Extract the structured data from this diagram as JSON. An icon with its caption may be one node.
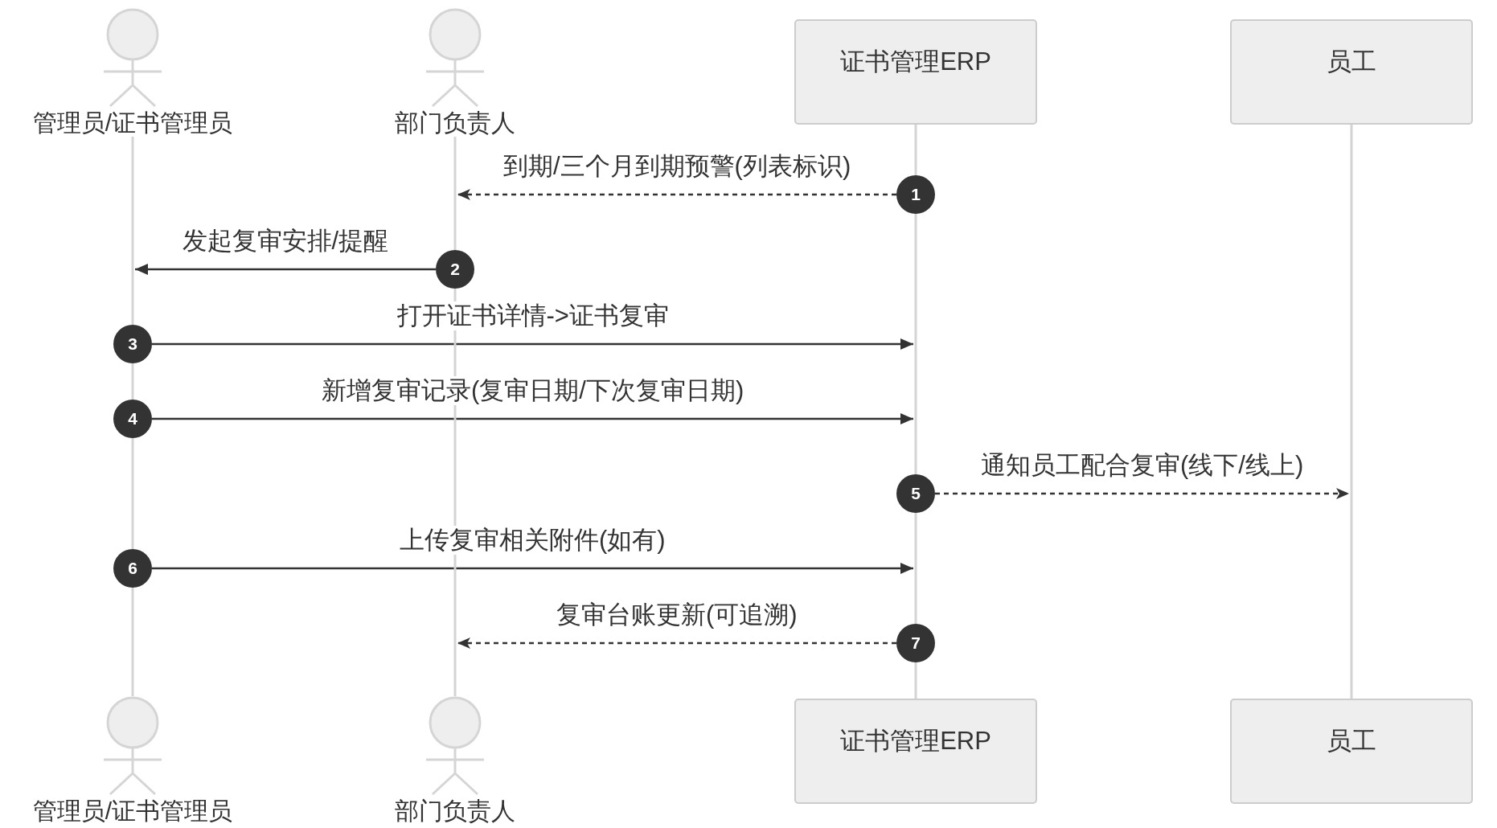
{
  "diagram": {
    "nodes": [
      {
        "text": [
          "管理员/证书管理员"
        ]
      },
      {
        "text": [
          "部门负责人"
        ]
      },
      {
        "text": [
          "证书管理ERP"
        ]
      },
      {
        "text": [
          "员工"
        ]
      },
      {
        "text": [
          "1"
        ]
      },
      {
        "text": [
          "2"
        ]
      },
      {
        "text": [
          "3"
        ]
      },
      {
        "text": [
          "4"
        ]
      },
      {
        "text": [
          "5"
        ]
      },
      {
        "text": [
          "6"
        ]
      },
      {
        "text": [
          "7"
        ]
      },
      {
        "text": [
          "管理员/证书管理员"
        ]
      },
      {
        "text": [
          "部门负责人"
        ]
      },
      {
        "text": [
          "证书管理ERP"
        ]
      },
      {
        "text": [
          "员工"
        ]
      }
    ],
    "edges": [
      {
        "from": 4,
        "to": null,
        "arrow": "to",
        "label": "到期/三个月到期预警(列表标识)",
        "style": "dashed",
        "color": "#333333"
      },
      {
        "from": 5,
        "to": null,
        "arrow": "to",
        "label": "发起复审安排/提醒",
        "color": "#333333"
      },
      {
        "from": 6,
        "to": null,
        "arrow": "to",
        "label": "打开证书详情->证书复审",
        "color": "#333333"
      },
      {
        "from": 7,
        "to": null,
        "arrow": "to",
        "label": "新增复审记录(复审日期/下次复审日期)",
        "color": "#333333"
      },
      {
        "from": 8,
        "to": null,
        "arrow": "to",
        "label": "通知员工配合复审(线下/线上)",
        "style": "dashed",
        "color": "#333333"
      },
      {
        "from": 9,
        "to": null,
        "arrow": "to",
        "label": "上传复审相关附件(如有)",
        "color": "#333333"
      },
      {
        "from": 10,
        "to": null,
        "arrow": "to",
        "label": "复审台账更新(可追溯)",
        "style": "dashed",
        "color": "#333333"
      },
      {
        "from": 0,
        "to": 6,
        "arrow": "none"
      },
      {
        "from": 6,
        "to": 7,
        "arrow": "none"
      },
      {
        "from": 7,
        "to": 9,
        "arrow": "none"
      },
      {
        "from": 9,
        "to": 11,
        "arrow": "none"
      },
      {
        "from": 1,
        "to": 5,
        "arrow": "none"
      },
      {
        "from": 5,
        "to": 12,
        "arrow": "none"
      },
      {
        "from": 2,
        "to": 4,
        "arrow": "none"
      },
      {
        "from": 4,
        "to": 8,
        "arrow": "none"
      },
      {
        "from": 8,
        "to": 10,
        "arrow": "none"
      },
      {
        "from": 10,
        "to": 13,
        "arrow": "none"
      },
      {
        "from": 3,
        "to": 14,
        "arrow": "none"
      }
    ]
  }
}
